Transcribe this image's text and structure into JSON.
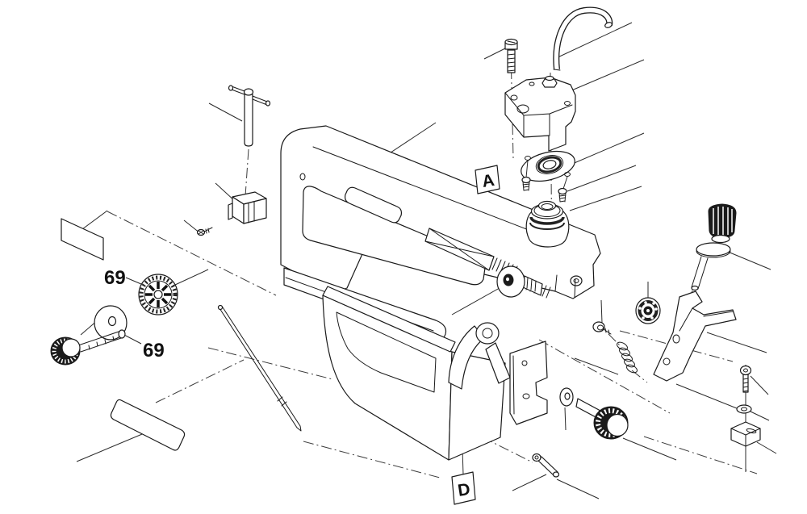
{
  "figure": {
    "type": "exploded-parts-diagram",
    "background_color": "#ffffff",
    "line_color": "#1a1a1a"
  },
  "callouts": {
    "part_69_upper": "69",
    "part_69_lower": "69",
    "section_marker_a": "A",
    "section_marker_d": "D"
  }
}
